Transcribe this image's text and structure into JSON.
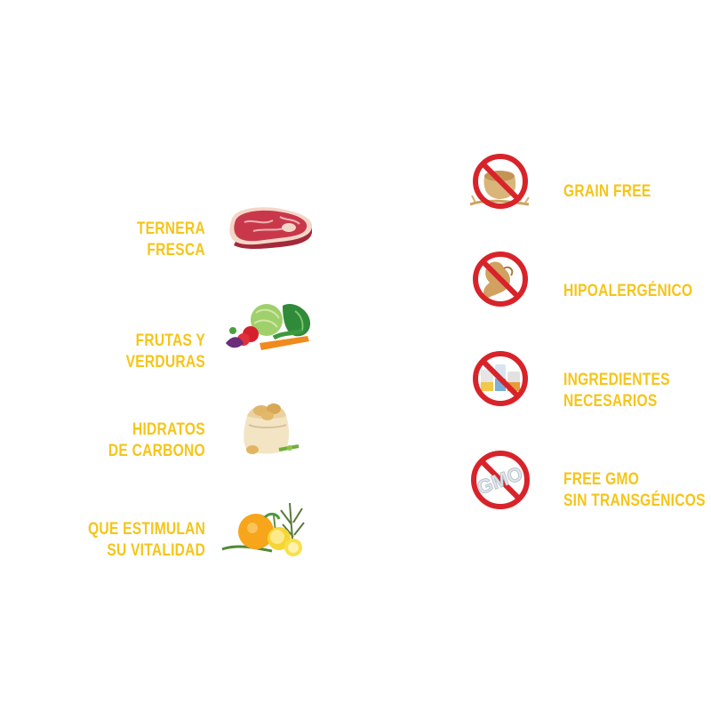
{
  "benefits": [
    {
      "line1": "TERNERA",
      "line2": "FRESCA",
      "icon": "steak-icon"
    },
    {
      "line1": "FRUTAS Y",
      "line2": "VERDURAS",
      "icon": "vegetables-icon"
    },
    {
      "line1": "HIDRATOS",
      "line2": "DE CARBONO",
      "icon": "potato-sack-icon"
    },
    {
      "line1": "QUE ESTIMULAN",
      "line2": "SU VITALIDAD",
      "icon": "citrus-herbs-icon"
    }
  ],
  "free_from": [
    {
      "line1": "GRAIN FREE",
      "line2": "",
      "icon": "no-grain-icon"
    },
    {
      "line1": "HIPOALERGÉNICO",
      "line2": "",
      "icon": "no-allergen-icon"
    },
    {
      "line1": "INGREDIENTES",
      "line2": "NECESARIOS",
      "icon": "no-additives-icon"
    },
    {
      "line1": "FREE GMO",
      "line2": "SIN TRANSGÉNICOS",
      "icon": "no-gmo-icon"
    }
  ],
  "gmo_badge_text": "GMO",
  "colors": {
    "label": "#f5c518",
    "prohibition": "#d8232a"
  }
}
